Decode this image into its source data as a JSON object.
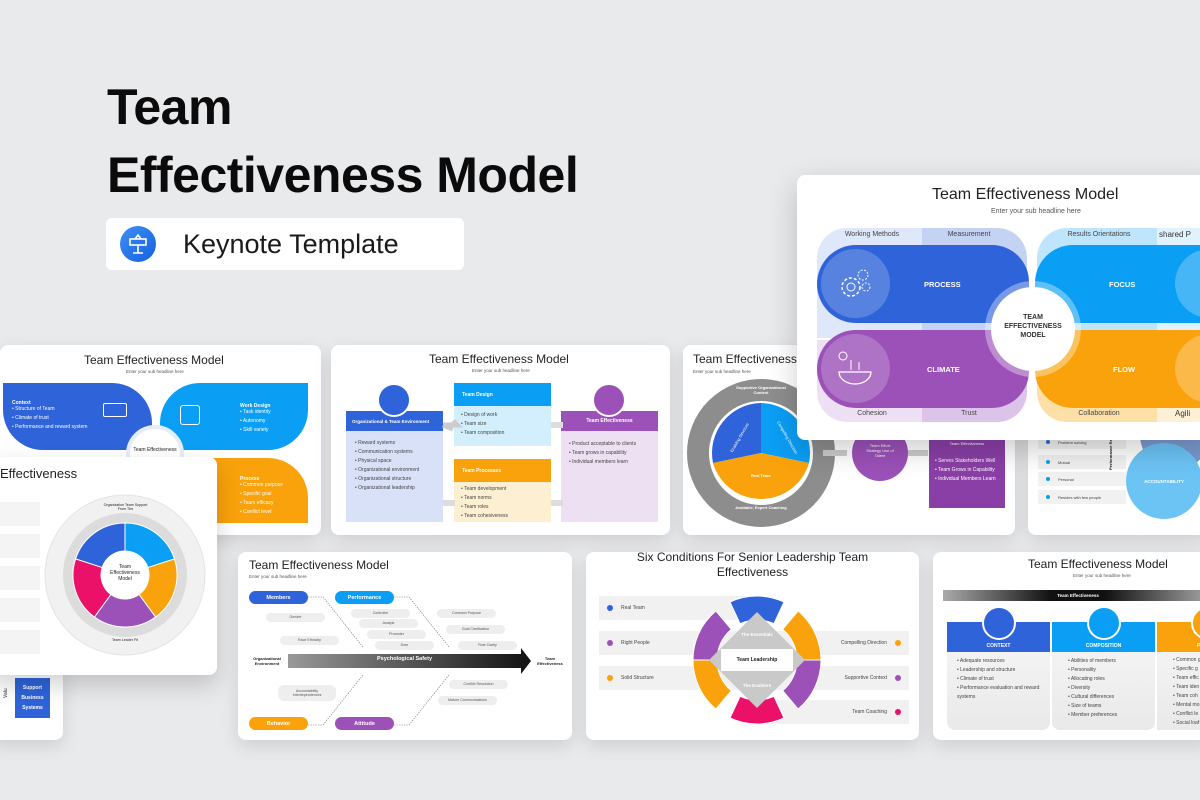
{
  "hero": {
    "line1": "Team",
    "line2": "Effectiveness Model",
    "badge_label": "Keynote Template",
    "badge_icon": "keynote-podium-icon"
  },
  "colors": {
    "blue": "#2f63d9",
    "cyan": "#0a9ef5",
    "purple": "#9b51b8",
    "orange": "#f9a20b",
    "pink": "#ec1168",
    "background": "#e9eaec"
  },
  "s1": {
    "title": "Team Effectiveness Model",
    "sub": "Enter your sub headline here",
    "context": {
      "label": "Context",
      "items": [
        "Structure of Team",
        "Climate of trust",
        "Performance and reward system"
      ]
    },
    "work": {
      "label": "Work Design",
      "items": [
        "Task identity",
        "Autonomy",
        "Skill variety"
      ]
    },
    "process": {
      "label": "Process",
      "items": [
        "Common purpose",
        "Specific goal",
        "Team efficacy",
        "Conflict level"
      ]
    },
    "center": "Team Effectiveness"
  },
  "s_circle": {
    "title": "Effectiveness",
    "top": "Organization Team Support From The",
    "bottom": "Team Leader Fit",
    "center": "Team Effectiveness Model"
  },
  "s2": {
    "title": "Team Effectiveness Model",
    "sub": "Enter your sub headline here",
    "org": {
      "label": "Organizational & Team Environment",
      "items": [
        "Reward systems",
        "Communication systems",
        "Physical space",
        "Organizational environment",
        "Organizational structure",
        "Organizational leadership"
      ]
    },
    "design": {
      "label": "Team Design",
      "items": [
        "Design of work",
        "Team size",
        "Team composition"
      ]
    },
    "processes": {
      "label": "Team Processes",
      "items": [
        "Team development",
        "Team norms",
        "Team roles",
        "Team cohesiveness"
      ]
    },
    "eff": {
      "label": "Team Effectiveness",
      "items": [
        "Product acceptable to clients",
        "Team grows in capability",
        "Individual members learn"
      ]
    }
  },
  "s3": {
    "title": "Team Effectiveness",
    "sub": "Enter your sub headline here",
    "ring_top": "Supportive Organizational Context",
    "ring_bottom": "Available, Expert Coaching",
    "pie": [
      "Enabling Structure",
      "Compelling Direction",
      "Real Team"
    ],
    "middle": "Team Effort Strategy Use of Talent",
    "card": {
      "label": "Team Effectiveness",
      "items": [
        "Serves Stakeholders Well",
        "Team Grows in Capability",
        "Individual Members Learn"
      ]
    }
  },
  "s4": {
    "rows": [
      "Problem solving",
      "Mutual",
      "Personal",
      "Resides with few people"
    ],
    "axis": "Performance Re",
    "circle": "ACCOUNTABILITY"
  },
  "s5": {
    "box": "Support Business Systems",
    "axis": "Valu"
  },
  "s6": {
    "title": "Team Effectiveness Model",
    "sub": "Enter your sub headline here",
    "members": "Members",
    "performance": "Performance",
    "behavior": "Behavior",
    "attitude": "Attitude",
    "left": "Organizational Environment",
    "right": "Team Effectiveness",
    "arrow": "Psychological Safety",
    "chips": [
      "Gender",
      "Race Ethnicity",
      "Controller",
      "Analyst",
      "Promoter",
      "Doer",
      "Common Purpose",
      "Goal Clarification",
      "Role Clarity",
      "Accountability Interdependences",
      "Conflict Resolution",
      "Mature Communications"
    ]
  },
  "s7": {
    "title": "Six Conditions For Senior Leadership Team Effectiveness",
    "sub": "Enter your sub headline here",
    "left": [
      "Real Team",
      "Right People",
      "Solid Structure"
    ],
    "right": [
      "Compelling Direction",
      "Supportive Context",
      "Team Coaching"
    ],
    "essentials": "The Essentials",
    "enablers": "The Enablers",
    "center": "Team Leadership"
  },
  "s8": {
    "title": "Team Effectiveness Model",
    "sub": "Enter your sub headline here",
    "bar": "Team Effectiveness",
    "context": {
      "label": "CONTEXT",
      "items": [
        "Adequate resources",
        "Leadership and structure",
        "Climate of trust",
        "Performance evaluation and reward systems"
      ]
    },
    "composition": {
      "label": "COMPOSITION",
      "items": [
        "Abilities of members",
        "Personality",
        "Allocating roles",
        "Diversity",
        "Cultural differences",
        "Size of teams",
        "Member preferences"
      ]
    },
    "third": {
      "label": "PR",
      "items": [
        "Common g",
        "Specific g",
        "Team effic",
        "Team iden",
        "Team coh",
        "Mental mo",
        "Conflict le",
        "Social loaf"
      ]
    }
  },
  "front": {
    "title": "Team Effectiveness Model",
    "sub": "Enter your sub headline here",
    "process": "PROCESS",
    "climate": "CLIMATE",
    "focus": "FOCUS",
    "flow": "FLOW",
    "center": "TEAM EFFECTIVENESS MODEL",
    "tabs_top_left": [
      "Working Methods",
      "Measurement"
    ],
    "tabs_top_right": [
      "Results Orientations",
      "shared P"
    ],
    "tabs_bottom_left": [
      "Cohesion",
      "Trust"
    ],
    "tabs_bottom_right": [
      "Collaboration",
      "Agili"
    ]
  }
}
